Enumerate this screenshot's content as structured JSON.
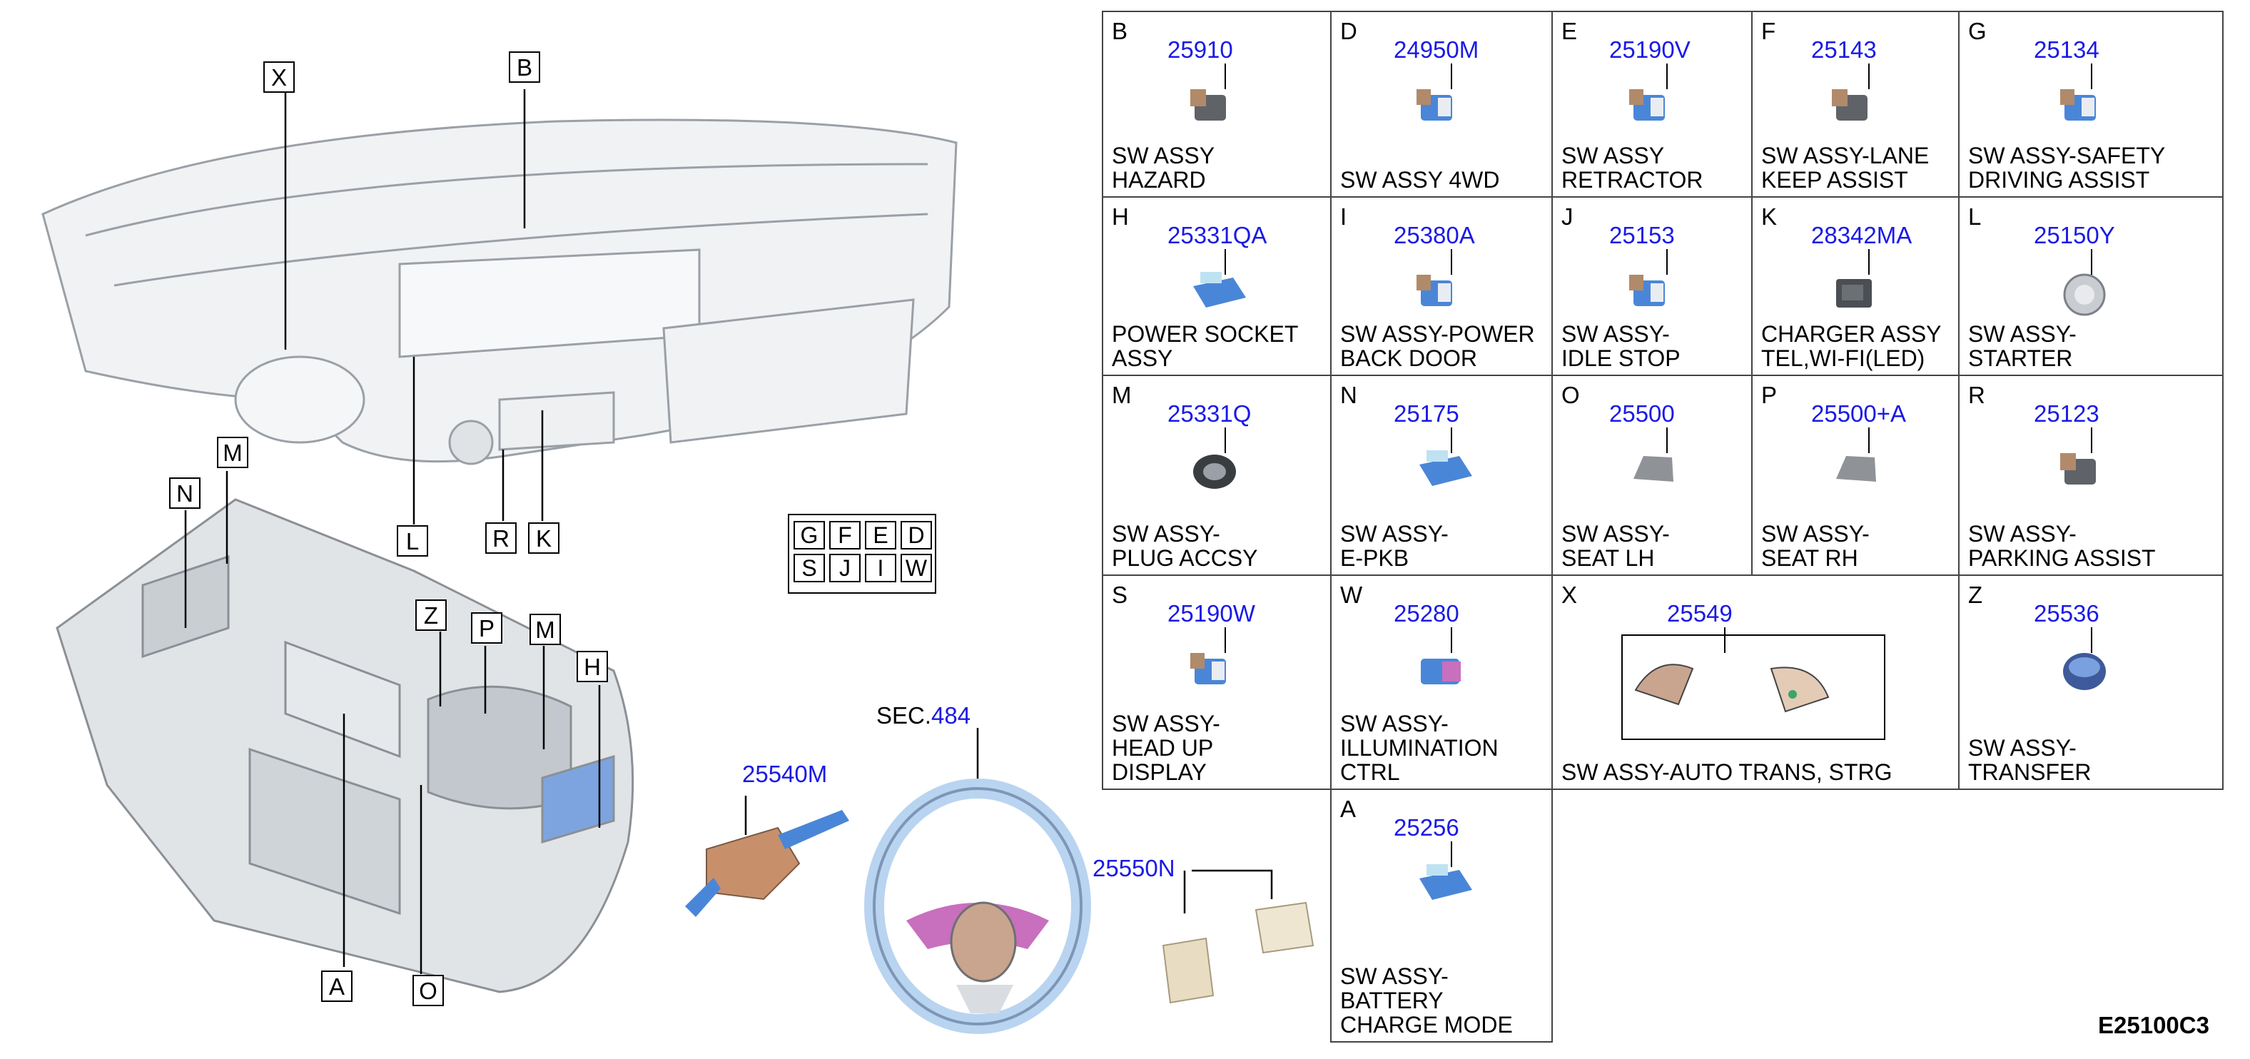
{
  "diagram_code": "E25100C3",
  "section_ref": {
    "prefix": "SEC.",
    "number": "484"
  },
  "left_callouts": [
    "X",
    "B",
    "L",
    "R",
    "K",
    "N",
    "M",
    "Z",
    "P",
    "M",
    "H",
    "A",
    "O"
  ],
  "view_key": {
    "top": [
      "G",
      "F",
      "E",
      "D"
    ],
    "bottom": [
      "S",
      "J",
      "I",
      "W"
    ]
  },
  "loose_parts": [
    {
      "number": "25540M"
    },
    {
      "number": "25550N"
    }
  ],
  "table": [
    {
      "letter": "B",
      "number": "25910",
      "desc": "SW ASSY\nHAZARD"
    },
    {
      "letter": "D",
      "number": "24950M",
      "desc": "SW ASSY 4WD"
    },
    {
      "letter": "E",
      "number": "25190V",
      "desc": "SW ASSY\nRETRACTOR"
    },
    {
      "letter": "F",
      "number": "25143",
      "desc": "SW ASSY-LANE\nKEEP ASSIST"
    },
    {
      "letter": "G",
      "number": "25134",
      "desc": "SW ASSY-SAFETY\nDRIVING ASSIST"
    },
    {
      "letter": "H",
      "number": "25331QA",
      "desc": "POWER SOCKET\nASSY"
    },
    {
      "letter": "I",
      "number": "25380A",
      "desc": "SW ASSY-POWER\nBACK DOOR"
    },
    {
      "letter": "J",
      "number": "25153",
      "desc": "SW ASSY-\nIDLE STOP"
    },
    {
      "letter": "K",
      "number": "28342MA",
      "desc": "CHARGER ASSY\nTEL,WI-FI(LED)"
    },
    {
      "letter": "L",
      "number": "25150Y",
      "desc": "SW ASSY-\nSTARTER"
    },
    {
      "letter": "M",
      "number": "25331Q",
      "desc": "SW ASSY-\nPLUG ACCSY"
    },
    {
      "letter": "N",
      "number": "25175",
      "desc": "SW ASSY-\nE-PKB"
    },
    {
      "letter": "O",
      "number": "25500",
      "desc": "SW ASSY-\nSEAT LH"
    },
    {
      "letter": "P",
      "number": "25500+A",
      "desc": "SW ASSY-\nSEAT RH"
    },
    {
      "letter": "R",
      "number": "25123",
      "desc": "SW ASSY-\nPARKING ASSIST"
    },
    {
      "letter": "S",
      "number": "25190W",
      "desc": "SW ASSY-\nHEAD UP\nDISPLAY"
    },
    {
      "letter": "W",
      "number": "25280",
      "desc": "SW ASSY-\nILLUMINATION\nCTRL"
    },
    {
      "letter": "X",
      "number": "25549",
      "desc": "SW ASSY-AUTO TRANS, STRG"
    },
    {
      "letter": "Z",
      "number": "25536",
      "desc": "SW ASSY-\nTRANSFER"
    },
    {
      "letter": "A",
      "number": "25256",
      "desc": "SW ASSY-BATTERY\nCHARGE MODE"
    }
  ],
  "colors": {
    "part_number": "#1a1ae6",
    "switch_blue": "#4a86d8",
    "line": "#000000"
  }
}
